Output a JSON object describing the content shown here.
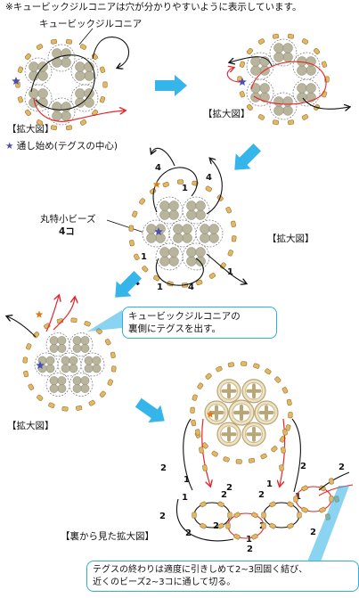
{
  "top_note": "※キュービックジルコニアは穴が分かりやすいように表示しています。",
  "label_cz": "キュービックジルコニア",
  "zoom_label": "【拡大図】",
  "legend_star": "★",
  "legend_text": "通し始め(テグスの中心)",
  "label_beads": "丸特小ビーズ",
  "label_beads_count": "4コ",
  "callout_1_line1": "キュービックジルコニアの",
  "callout_1_line2": "裏側にテグスを出す。",
  "back_zoom_label": "【裏から見た拡大図】",
  "callout_2_line1": "テグスの終わりは適度に引きしめて2~3回固く結び、",
  "callout_2_line2": "近くのビーズ2~3コに通して切る。",
  "numbers": {
    "one": "1",
    "two": "2",
    "four": "4"
  },
  "colors": {
    "arrow": "#36b5ea",
    "red_line": "#e4262b",
    "bead": "#e3b764",
    "stone": "#b8b59c",
    "star_blue": "#4b4fb0",
    "star_orange": "#e07a16"
  }
}
